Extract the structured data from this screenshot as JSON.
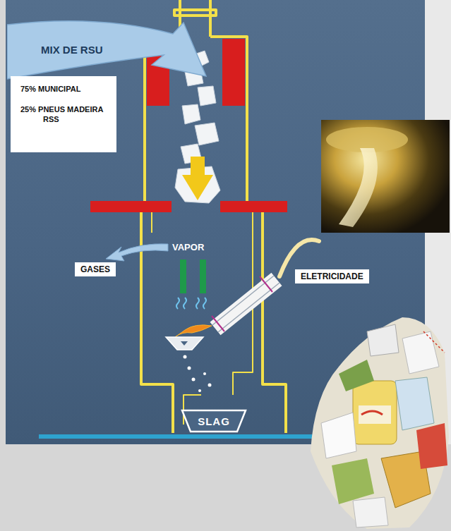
{
  "diagram": {
    "nodes": [
      {
        "text": [
          "MIX DE RSU"
        ]
      },
      {
        "text": [
          "75% MUNICIPAL",
          "25% PNEUS MADEIRA RSS"
        ]
      },
      {
        "text": [
          "GASES"
        ]
      },
      {
        "text": [
          "ELETRICIDADE"
        ]
      },
      {
        "text": [
          "SLAG"
        ]
      }
    ],
    "labels": [
      "VAPOR"
    ]
  }
}
